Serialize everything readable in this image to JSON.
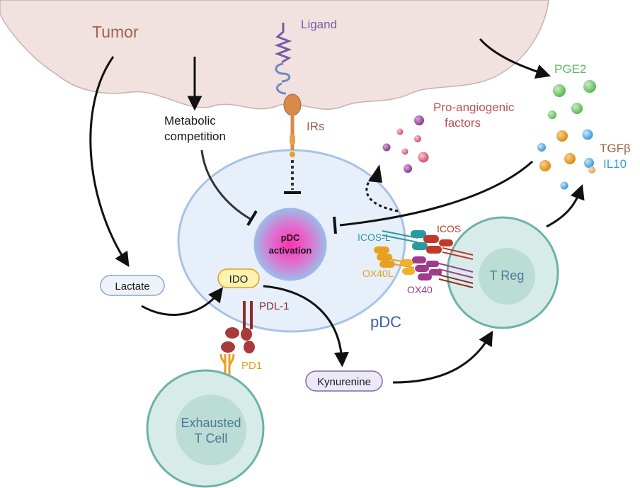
{
  "labels": {
    "tumor": "Tumor",
    "ligand": "Ligand",
    "irs": "IRs",
    "metabolic_line1": "Metabolic",
    "metabolic_line2": "competition",
    "pro_angio_line1": "Pro-angiogenic",
    "pro_angio_line2": "factors",
    "pge2": "PGE2",
    "tgfb": "TGFβ",
    "il10": "IL10",
    "pdc_activation_line1": "pDC",
    "pdc_activation_line2": "activation",
    "icos_l": "ICOS-L",
    "icos": "ICOS",
    "ox40l": "OX40L",
    "ox40": "OX40",
    "t_reg": "T Reg",
    "lactate": "Lactate",
    "ido": "IDO",
    "pdl1": "PDL-1",
    "pd1": "PD1",
    "pdc": "pDC",
    "kynurenine": "Kynurenine",
    "exhausted_line1": "Exhausted",
    "exhausted_line2": "T Cell"
  },
  "colors": {
    "tumor_fill": "#f1e2e0",
    "tumor_stroke": "#c9b0ae",
    "tumor_text": "#a0644a",
    "ligand": "#7a5aa8",
    "irs": "#a0644a",
    "pdc_text": "#3a5fa8",
    "cell_fill": "#e6effa",
    "cell_stroke": "#a9c2e6",
    "tcell_fill": "#d7ece8",
    "tcell_stroke": "#6bb3a4",
    "icos": "#c0392b",
    "icos_l": "#2a9aa0",
    "ox40": "#a03a8c",
    "ox40l": "#e8a020",
    "pdl1": "#8e2b2b",
    "pd1": "#e8a020",
    "pge2": "#5cb85c",
    "tgfb": "#a0644a",
    "il10": "#3a9ad9",
    "angio": "#c0504d"
  }
}
